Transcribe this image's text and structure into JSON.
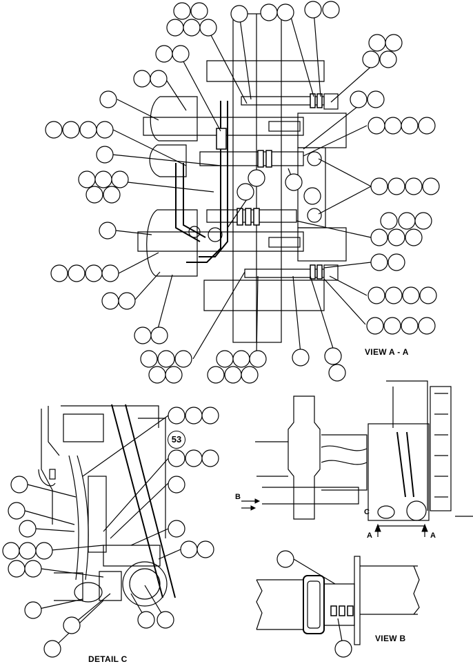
{
  "views": {
    "view_aa": "VIEW A - A",
    "detail_c": "DETAIL C",
    "view_b": "VIEW B"
  },
  "callout": {
    "number": "53"
  },
  "markers": {
    "a_left": "A",
    "a_right": "A",
    "b": "B",
    "c": "C"
  }
}
